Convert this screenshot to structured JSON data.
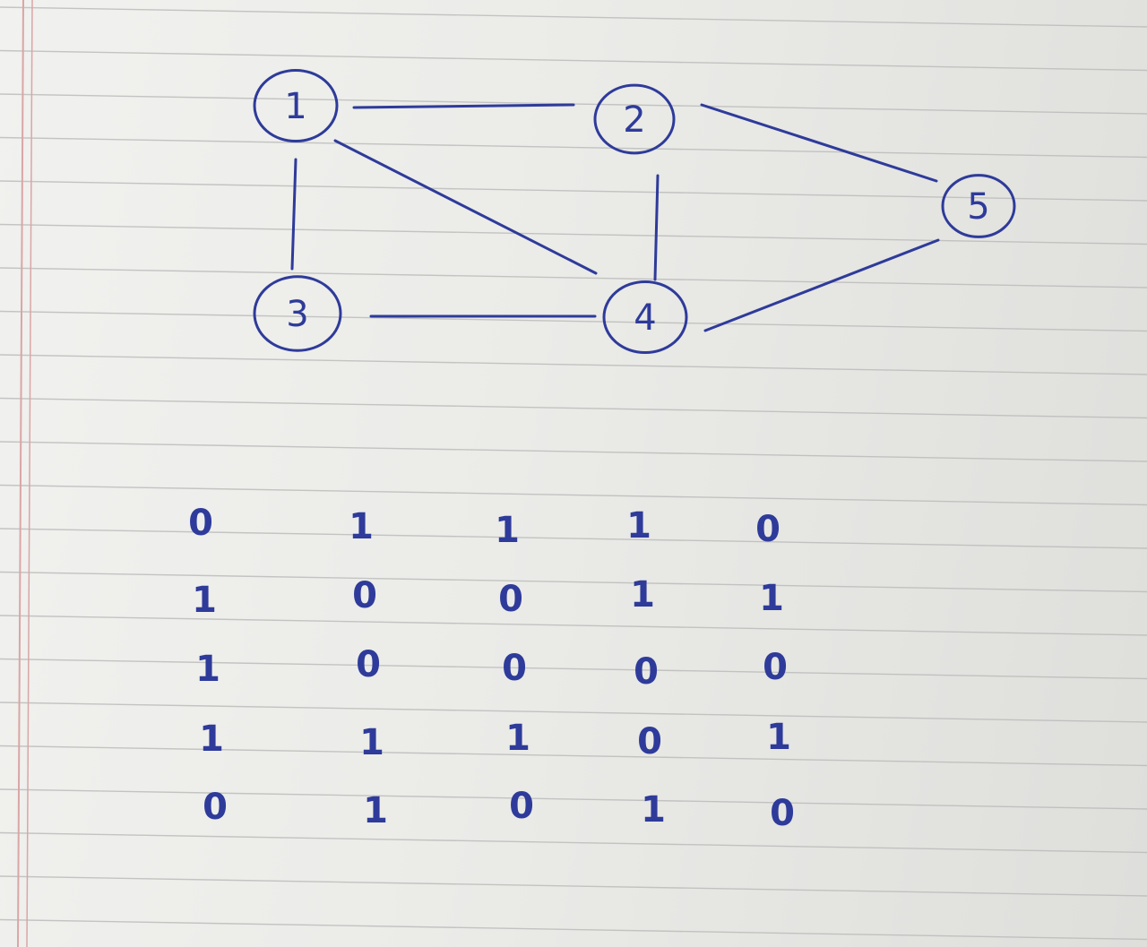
{
  "graph": {
    "nodes": [
      {
        "id": "1",
        "label": "1"
      },
      {
        "id": "2",
        "label": "2"
      },
      {
        "id": "3",
        "label": "3"
      },
      {
        "id": "4",
        "label": "4"
      },
      {
        "id": "5",
        "label": "5"
      }
    ],
    "edges": [
      [
        "1",
        "2"
      ],
      [
        "1",
        "3"
      ],
      [
        "1",
        "4"
      ],
      [
        "2",
        "4"
      ],
      [
        "2",
        "5"
      ],
      [
        "3",
        "4"
      ],
      [
        "4",
        "5"
      ]
    ]
  },
  "matrix": {
    "rows": [
      [
        "0",
        "1",
        "1",
        "1",
        "0"
      ],
      [
        "1",
        "0",
        "0",
        "1",
        "1"
      ],
      [
        "1",
        "0",
        "0",
        "0",
        "0"
      ],
      [
        "1",
        "1",
        "1",
        "0",
        "1"
      ],
      [
        "0",
        "1",
        "0",
        "1",
        "0"
      ]
    ]
  },
  "colors": {
    "ink": "#2e3b9a",
    "paper": "#eeeeec",
    "rule_line": "#b9b9b9",
    "margin_line": "#d9a6a6"
  }
}
